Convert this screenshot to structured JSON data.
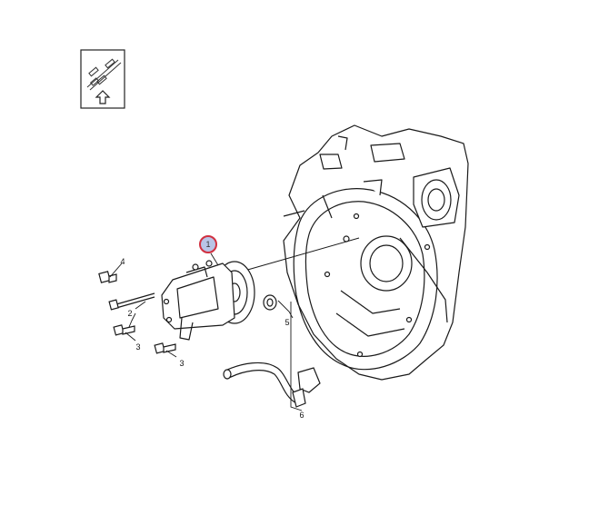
{
  "orientation_icon": {
    "name": "orientation-arrow-icon",
    "arrow_icon": "up-arrow-icon"
  },
  "callouts": [
    {
      "id": "callout-1",
      "label": "1",
      "highlighted": true
    },
    {
      "id": "callout-2",
      "label": "2"
    },
    {
      "id": "callout-3a",
      "label": "3"
    },
    {
      "id": "callout-3b",
      "label": "3"
    },
    {
      "id": "callout-4",
      "label": "4"
    },
    {
      "id": "callout-5",
      "label": "5"
    },
    {
      "id": "callout-6",
      "label": "6"
    }
  ],
  "colors": {
    "line": "#1a1a1a",
    "highlight_ring": "#d03040",
    "highlight_fill": "#b9c4e6"
  }
}
